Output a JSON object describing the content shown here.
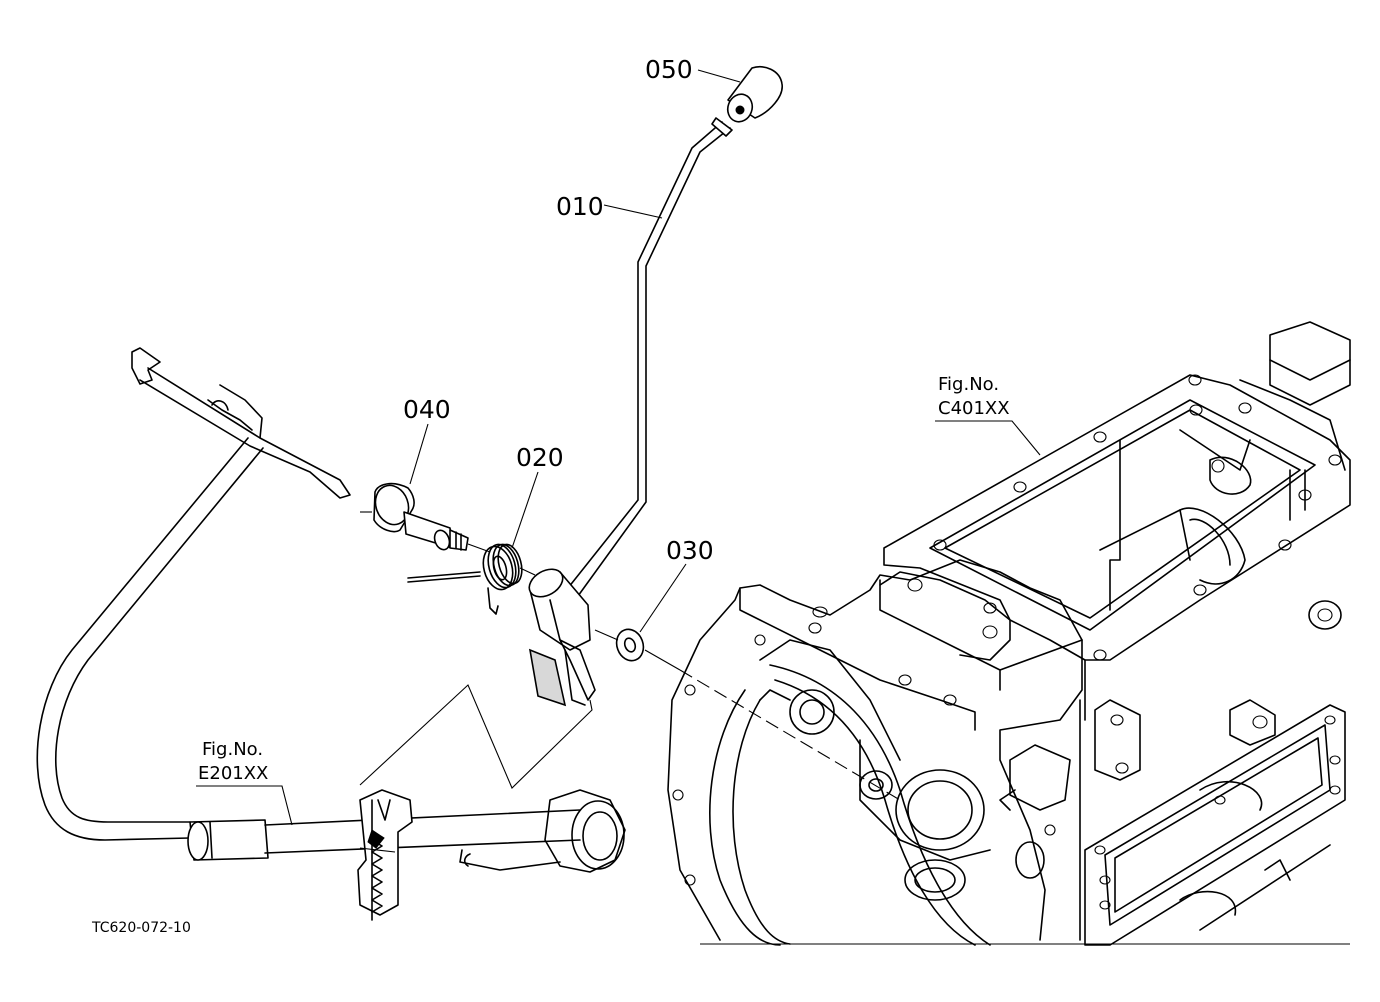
{
  "parts": [
    {
      "id": "p050",
      "label": "050",
      "icon": "knob-icon"
    },
    {
      "id": "p010",
      "label": "010",
      "icon": "lever-rod-icon"
    },
    {
      "id": "p040",
      "label": "040",
      "icon": "pin-bolt-icon"
    },
    {
      "id": "p020",
      "label": "020",
      "icon": "torsion-spring-icon"
    },
    {
      "id": "p030",
      "label": "030",
      "icon": "washer-icon"
    }
  ],
  "references": [
    {
      "id": "ref_c401",
      "line1": "Fig.No.",
      "line2": "C401XX"
    },
    {
      "id": "ref_e201",
      "line1": "Fig.No.",
      "line2": "E201XX"
    }
  ],
  "drawing_code": "TC620-072-10",
  "colors": {
    "ink": "#000000",
    "paper": "#ffffff"
  }
}
